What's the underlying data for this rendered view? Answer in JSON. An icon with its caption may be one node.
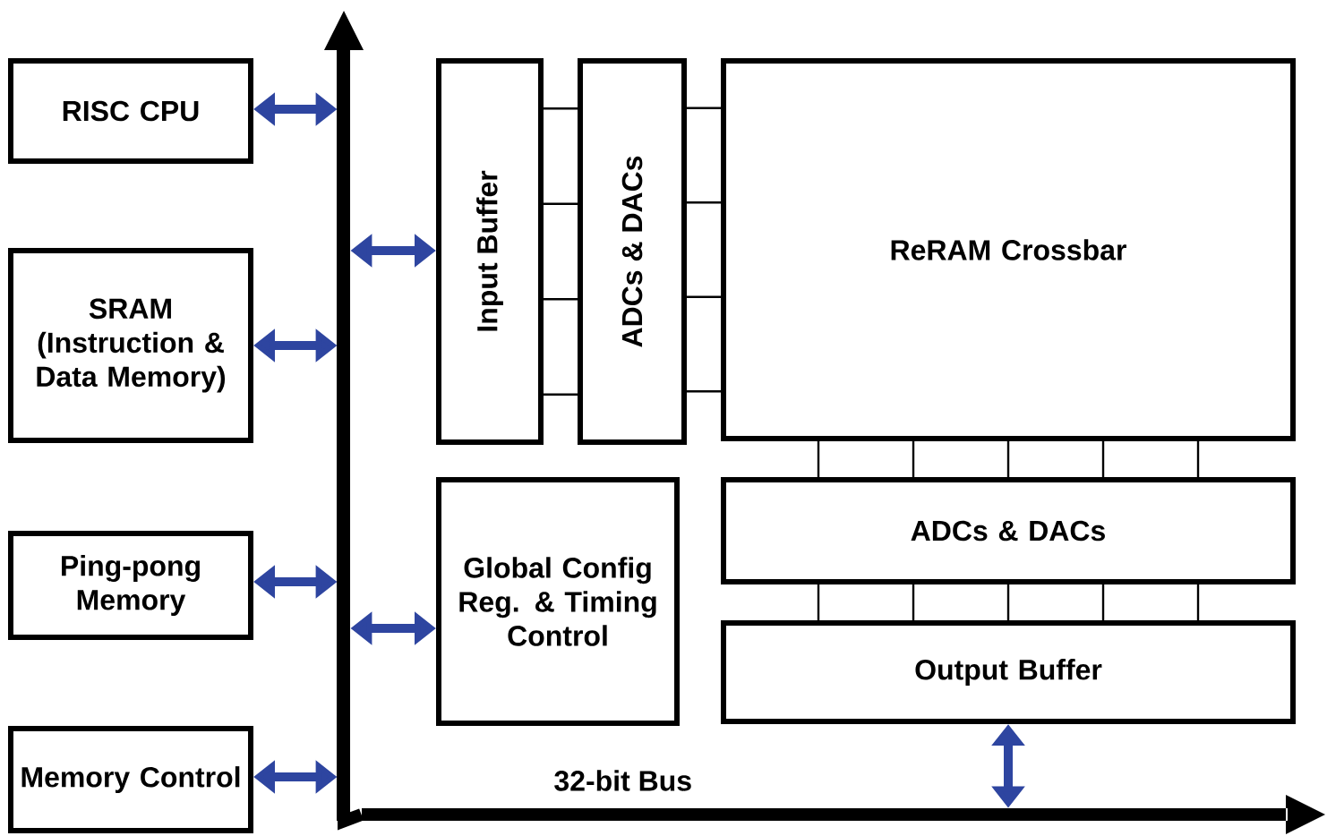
{
  "diagram": {
    "nodes": [
      {
        "text": [
          "RISC CPU"
        ]
      },
      {
        "text": [
          "SRAM (Instruction & Data Memory)"
        ]
      },
      {
        "text": [
          "Ping-pong Memory"
        ]
      },
      {
        "text": [
          "Memory Control"
        ]
      },
      {
        "text": [
          "Input Buffer"
        ]
      },
      {
        "text": [
          "ADCs & DACs"
        ]
      },
      {
        "text": [
          "ReRAM Crossbar"
        ]
      },
      {
        "text": [
          "Global Config Reg. & Timing Control"
        ]
      },
      {
        "text": [
          "ADCs & DACs"
        ]
      },
      {
        "text": [
          "Output Buffer"
        ]
      },
      {
        "text": [],
        "shape": "bar"
      },
      {
        "text": [],
        "shape": "bar",
        "beside": [
          "32-bit Bus"
        ]
      }
    ],
    "edges": [
      {
        "from": 0,
        "to": 10,
        "arrow": "both",
        "style": "thick",
        "color": "#2e45a0"
      },
      {
        "from": 1,
        "to": 10,
        "arrow": "both",
        "style": "thick",
        "color": "#2e45a0"
      },
      {
        "from": 2,
        "to": 10,
        "arrow": "both",
        "style": "thick",
        "color": "#2e45a0"
      },
      {
        "from": 3,
        "to": 10,
        "arrow": "both",
        "style": "thick",
        "color": "#2e45a0"
      },
      {
        "from": 10,
        "to": 4,
        "arrow": "both",
        "style": "thick",
        "color": "#2e45a0"
      },
      {
        "from": 10,
        "to": 7,
        "arrow": "both",
        "style": "thick",
        "color": "#2e45a0"
      },
      {
        "from": 9,
        "to": 11,
        "arrow": "both",
        "style": "thick",
        "color": "#2e45a0"
      },
      {
        "from": 10,
        "to": 11,
        "arrow": "none",
        "style": "thick"
      },
      {
        "from": 4,
        "to": 5,
        "arrow": "none"
      },
      {
        "from": 4,
        "to": 5,
        "arrow": "none"
      },
      {
        "from": 4,
        "to": 5,
        "arrow": "none"
      },
      {
        "from": 4,
        "to": 5,
        "arrow": "none"
      },
      {
        "from": 5,
        "to": 6,
        "arrow": "none"
      },
      {
        "from": 5,
        "to": 6,
        "arrow": "none"
      },
      {
        "from": 5,
        "to": 6,
        "arrow": "none"
      },
      {
        "from": 5,
        "to": 6,
        "arrow": "none"
      },
      {
        "from": 6,
        "to": 8,
        "arrow": "none"
      },
      {
        "from": 6,
        "to": 8,
        "arrow": "none"
      },
      {
        "from": 6,
        "to": 8,
        "arrow": "none"
      },
      {
        "from": 6,
        "to": 8,
        "arrow": "none"
      },
      {
        "from": 6,
        "to": 8,
        "arrow": "none"
      },
      {
        "from": 8,
        "to": 9,
        "arrow": "none"
      },
      {
        "from": 8,
        "to": 9,
        "arrow": "none"
      },
      {
        "from": 8,
        "to": 9,
        "arrow": "none"
      },
      {
        "from": 8,
        "to": 9,
        "arrow": "none"
      },
      {
        "from": 8,
        "to": 9,
        "arrow": "none"
      }
    ]
  }
}
